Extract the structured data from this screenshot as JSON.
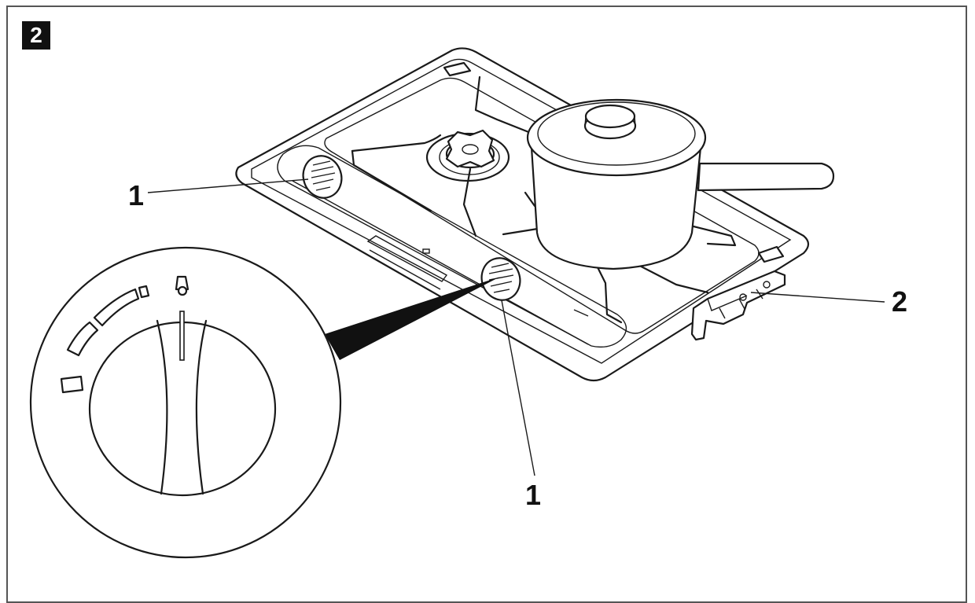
{
  "figure": {
    "number": "2"
  },
  "callouts": {
    "knob_upper": "1",
    "knob_lower": "1",
    "latch": "2"
  },
  "colors": {
    "ink": "#1a1a1a",
    "badge": "#111111",
    "frame": "#555555"
  },
  "icons": [
    "flame-icon"
  ]
}
